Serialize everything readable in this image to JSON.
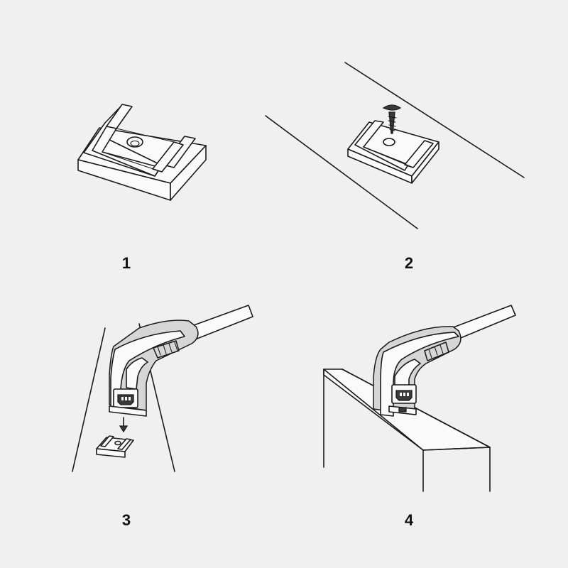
{
  "steps": [
    {
      "number": "1"
    },
    {
      "number": "2"
    },
    {
      "number": "3"
    },
    {
      "number": "4"
    }
  ],
  "colors": {
    "background": "#f0f0f0",
    "line": "#1a1a1a"
  }
}
